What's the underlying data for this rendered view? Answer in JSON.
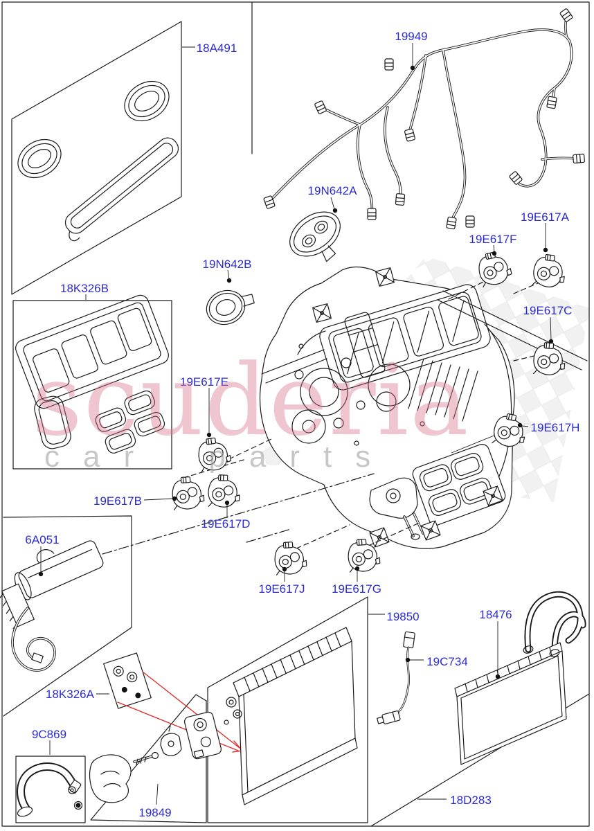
{
  "watermark": {
    "brand": "scuderia",
    "tagline": "car parts"
  },
  "colors": {
    "label_blue": "#2b2bd5",
    "line_black": "#1a1a1a",
    "arrow_red": "#e03030",
    "watermark_pink": "#d96f88",
    "watermark_gray": "#9a9a9a",
    "checker_gray": "#e3e3e3",
    "background": "#ffffff"
  },
  "parts": [
    {
      "label": "18A491"
    },
    {
      "label": "19949"
    },
    {
      "label": "19N642A"
    },
    {
      "label": "19N642B"
    },
    {
      "label": "18K326B"
    },
    {
      "label": "19E617F"
    },
    {
      "label": "19E617A"
    },
    {
      "label": "19E617C"
    },
    {
      "label": "19E617E"
    },
    {
      "label": "19E617H"
    },
    {
      "label": "19E617B"
    },
    {
      "label": "19E617D"
    },
    {
      "label": "6A051"
    },
    {
      "label": "19E617J"
    },
    {
      "label": "19E617G"
    },
    {
      "label": "19850"
    },
    {
      "label": "18476"
    },
    {
      "label": "19C734"
    },
    {
      "label": "18K326A"
    },
    {
      "label": "9C869"
    },
    {
      "label": "19849"
    },
    {
      "label": "18D283"
    }
  ]
}
